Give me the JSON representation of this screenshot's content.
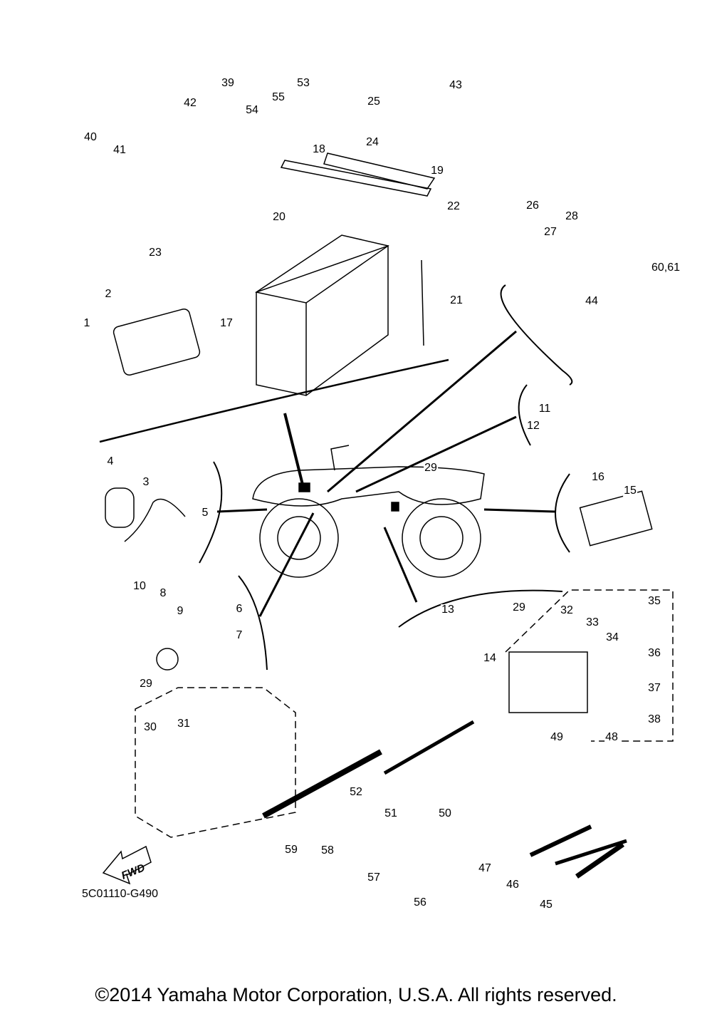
{
  "diagram": {
    "drawing_code": "5C01110-G490",
    "forward_arrow_label": "FWD",
    "copyright": "©2014 Yamaha Motor Corporation, U.S.A. All rights reserved.",
    "callouts": [
      "39",
      "53",
      "43",
      "42",
      "25",
      "54",
      "55",
      "40",
      "41",
      "24",
      "18",
      "19",
      "20",
      "22",
      "26",
      "28",
      "27",
      "23",
      "60,61",
      "2",
      "21",
      "1",
      "17",
      "44",
      "11",
      "12",
      "4",
      "3",
      "29",
      "16",
      "15",
      "5",
      "10",
      "8",
      "9",
      "6",
      "7",
      "13",
      "29",
      "32",
      "35",
      "33",
      "34",
      "14",
      "36",
      "29",
      "37",
      "31",
      "30",
      "38",
      "49",
      "48",
      "52",
      "51",
      "50",
      "59",
      "58",
      "47",
      "57",
      "46",
      "56",
      "45"
    ]
  }
}
